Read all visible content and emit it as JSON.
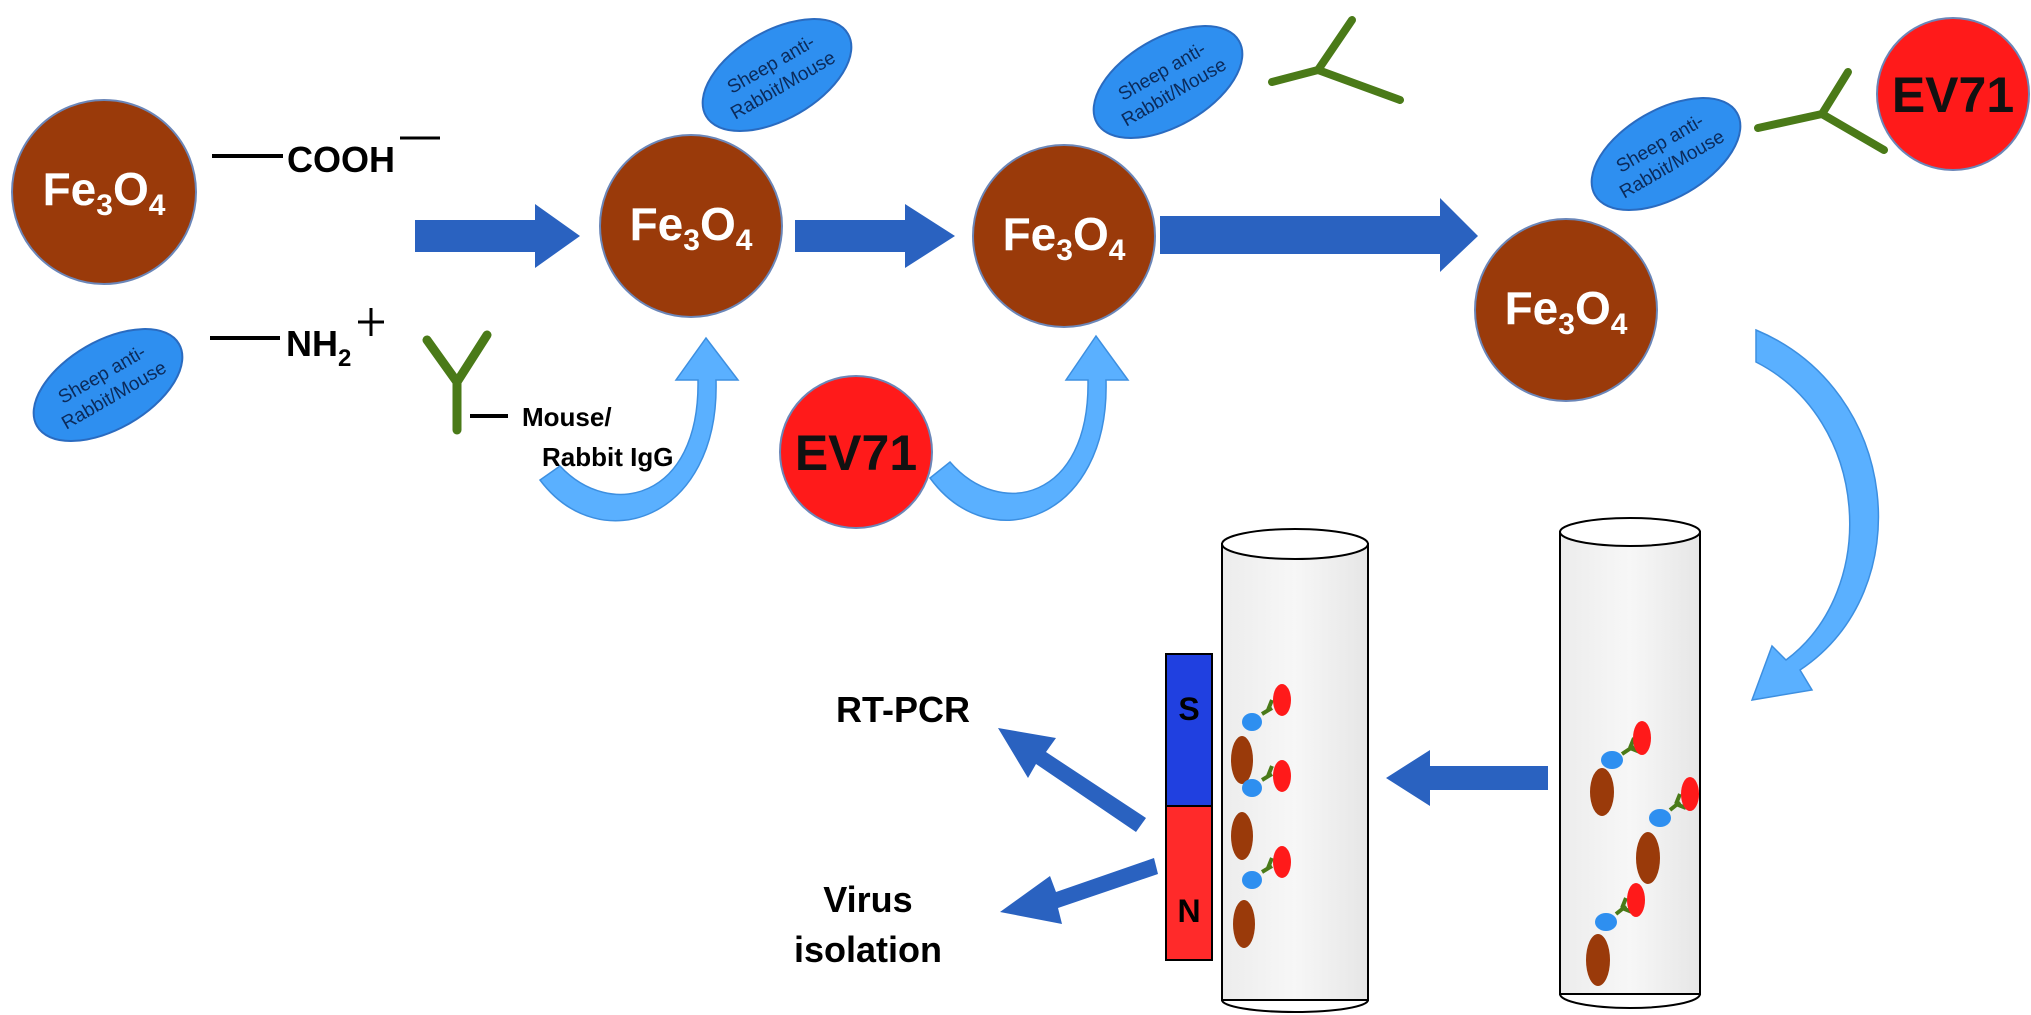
{
  "particle": {
    "base": "Fe",
    "sub1": "3",
    "mid": "O",
    "sub2": "4"
  },
  "antibody": {
    "line1": "Sheep anti-",
    "line2": "Rabbit/Mouse"
  },
  "groups": {
    "carboxyl": "COOH",
    "carboxyl_charge": "—",
    "amine": "NH",
    "amine_sub": "2",
    "amine_charge": "+"
  },
  "igg": {
    "line1": "Mouse/",
    "line2": "Rabbit  IgG"
  },
  "virus": "EV71",
  "magnet": {
    "south": "S",
    "north": "N"
  },
  "outputs": {
    "rtpcr": "RT-PCR",
    "isolation_line1": "Virus",
    "isolation_line2": "isolation"
  },
  "colors": {
    "particle": "#9a3a0a",
    "antibody_blob": "#2e8ff0",
    "igg": "#4a7a18",
    "virus": "#ff1a1a",
    "arrow_dark": "#2a62c0",
    "arrow_light": "#5ab0ff",
    "magnet_s": "#2040e0",
    "magnet_n": "#ff2a2a"
  }
}
